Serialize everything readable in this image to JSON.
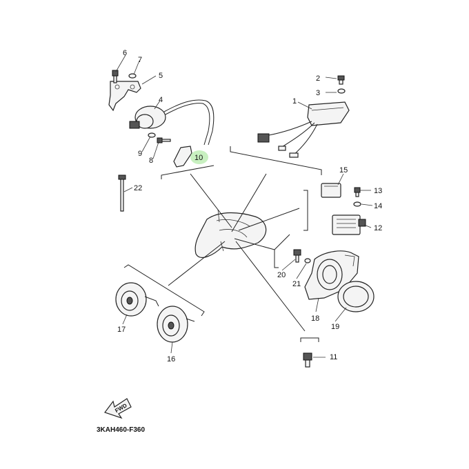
{
  "diagram": {
    "part_labels": [
      "1",
      "2",
      "3",
      "4",
      "5",
      "6",
      "7",
      "8",
      "9",
      "10",
      "11",
      "12",
      "13",
      "14",
      "15",
      "16",
      "17",
      "18",
      "19",
      "20",
      "21",
      "22"
    ],
    "highlight_color": "#c8f0c0",
    "diagram_code": "3KAH460-F360",
    "fwd_label": "FWD"
  }
}
